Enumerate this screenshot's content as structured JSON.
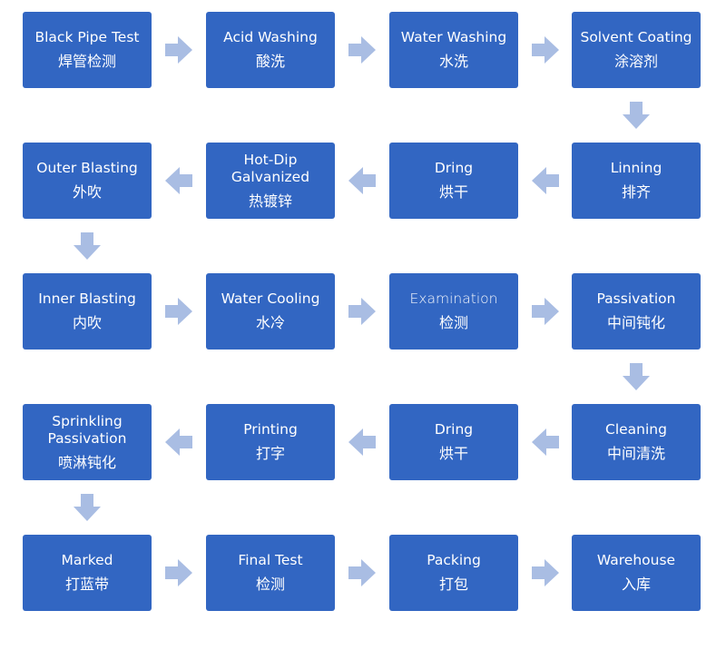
{
  "colors": {
    "box": "#3266c2",
    "arrow": "#a9bde3",
    "text": "#ffffff"
  },
  "steps": [
    {
      "en": "Black Pipe Test",
      "zh": "焊管检测"
    },
    {
      "en": "Acid Washing",
      "zh": "酸洗"
    },
    {
      "en": "Water Washing",
      "zh": "水洗"
    },
    {
      "en": "Solvent Coating",
      "zh": "涂溶剂"
    },
    {
      "en": "Linning",
      "zh": "排齐"
    },
    {
      "en": "Dring",
      "zh": "烘干"
    },
    {
      "en": "Hot-Dip\nGalvanized",
      "zh": "热镀锌"
    },
    {
      "en": "Outer Blasting",
      "zh": "外吹"
    },
    {
      "en": "Inner Blasting",
      "zh": "内吹"
    },
    {
      "en": "Water Cooling",
      "zh": "水冷"
    },
    {
      "en": "Examination",
      "zh": "检测"
    },
    {
      "en": "Passivation",
      "zh": "中间钝化"
    },
    {
      "en": "Cleaning",
      "zh": "中间清洗"
    },
    {
      "en": "Dring",
      "zh": "烘干"
    },
    {
      "en": "Printing",
      "zh": "打字"
    },
    {
      "en": "Sprinkling\nPassivation",
      "zh": "喷淋钝化"
    },
    {
      "en": "Marked",
      "zh": "打蓝带"
    },
    {
      "en": "Final Test",
      "zh": "检测"
    },
    {
      "en": "Packing",
      "zh": "打包"
    },
    {
      "en": "Warehouse",
      "zh": "入库"
    }
  ],
  "connectors": [
    {
      "from": 0,
      "to": 1,
      "dir": "right"
    },
    {
      "from": 1,
      "to": 2,
      "dir": "right"
    },
    {
      "from": 2,
      "to": 3,
      "dir": "right"
    },
    {
      "from": 3,
      "to": 4,
      "dir": "down"
    },
    {
      "from": 4,
      "to": 5,
      "dir": "left"
    },
    {
      "from": 5,
      "to": 6,
      "dir": "left"
    },
    {
      "from": 6,
      "to": 7,
      "dir": "left"
    },
    {
      "from": 7,
      "to": 8,
      "dir": "down"
    },
    {
      "from": 8,
      "to": 9,
      "dir": "right"
    },
    {
      "from": 9,
      "to": 10,
      "dir": "right"
    },
    {
      "from": 10,
      "to": 11,
      "dir": "right"
    },
    {
      "from": 11,
      "to": 12,
      "dir": "down"
    },
    {
      "from": 12,
      "to": 13,
      "dir": "left"
    },
    {
      "from": 13,
      "to": 14,
      "dir": "left"
    },
    {
      "from": 14,
      "to": 15,
      "dir": "left"
    },
    {
      "from": 15,
      "to": 16,
      "dir": "down"
    },
    {
      "from": 16,
      "to": 17,
      "dir": "right"
    },
    {
      "from": 17,
      "to": 18,
      "dir": "right"
    },
    {
      "from": 18,
      "to": 19,
      "dir": "right"
    }
  ]
}
